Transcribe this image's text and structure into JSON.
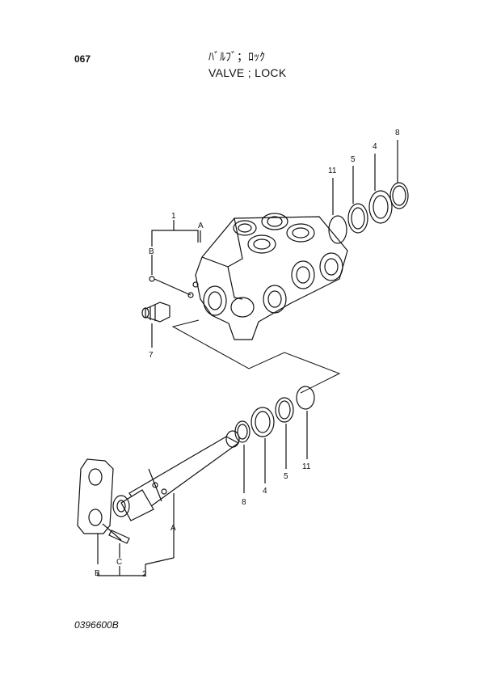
{
  "header": {
    "page_number": "067",
    "title_jp": "ﾊﾞﾙﾌﾞ；ﾛｯｸ",
    "title_en": "VALVE ; LOCK"
  },
  "footer": {
    "drawing_number": "0396600B"
  },
  "callouts": {
    "valve_assembly": "1",
    "spool_assembly": "2",
    "plug": "7",
    "upper_oring": "11",
    "upper_ring_5": "5",
    "upper_ring_4": "4",
    "upper_snap_ring": "8",
    "lower_oring": "11",
    "lower_ring_5": "5",
    "lower_ring_4": "4",
    "lower_snap_ring": "8",
    "upper_a": "A",
    "upper_b": "B",
    "lower_a": "A",
    "lower_b": "B",
    "lower_c": "C"
  }
}
